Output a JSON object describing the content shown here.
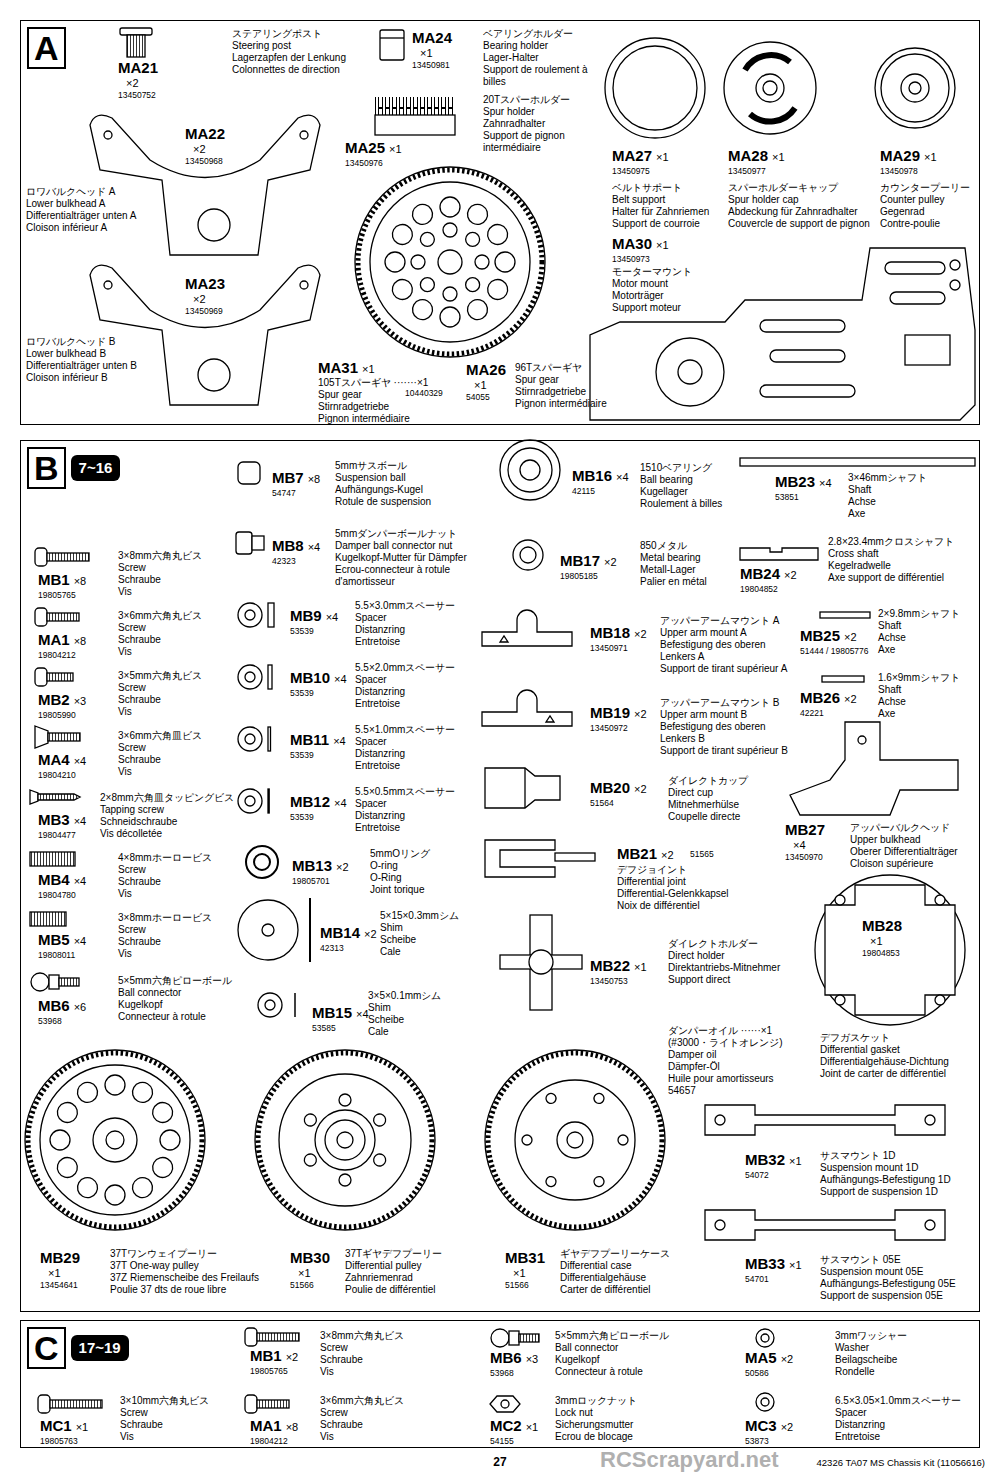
{
  "diagram": {
    "nodes": [
      {
        "text": [
          "A"
        ]
      },
      {
        "text": [
          "B",
          "7~16"
        ]
      },
      {
        "text": [
          "C",
          "17~19"
        ]
      }
    ],
    "labels": [
      "MA21",
      "×2",
      "13450752",
      "ステアリングポスト",
      "Steering post",
      "Lagerzapfen der Lenkung",
      "Colonnettes de direction",
      "MA22",
      "×2",
      "13450968",
      "ロワバルクヘッド A",
      "Lower bulkhead A",
      "Differentialträger unten A",
      "Cloison inférieur A",
      "MA23",
      "×2",
      "13450969",
      "ロワバルクヘッド B",
      "Lower bulkhead B",
      "Differentialträger unten B",
      "Cloison inférieur B",
      "MA24",
      "×1",
      "13450981",
      "ベアリングホルダー",
      "Bearing holder",
      "Lager-Halter",
      "Support de roulement à billes",
      "MA25",
      "×1",
      "13450976",
      "20Tスパーホルダー",
      "Spur holder",
      "Zahnradhalter",
      "Support de pignon intermédiaire",
      "MA27",
      "×1",
      "13450975",
      "ベルトサポート",
      "Belt support",
      "Halter für Zahnriemen",
      "Support de courroie",
      "MA28",
      "×1",
      "13450977",
      "スパーホルダーキャップ",
      "Spur holder cap",
      "Abdeckung für Zahnradhalter",
      "Couvercle de support de pignon",
      "MA29",
      "×1",
      "13450978",
      "カウンタープーリー",
      "Counter pulley",
      "Gegenrad",
      "Contre-poulie",
      "MA30",
      "×1",
      "13450973",
      "モーターマウント",
      "Motor mount",
      "Motorträger",
      "Support moteur",
      "MA31",
      "×1",
      "10440329",
      "105Tスパーギヤ ·······×1",
      "Spur gear",
      "Stirnradgetriebe",
      "Pignon intermédiaire",
      "MA26",
      "×1",
      "54055",
      "96Tスパーギヤ",
      "Spur gear",
      "Stirnradgetriebe",
      "Pignon intermédiaire",
      "MB1",
      "×8",
      "19805765",
      "3×8mm六角丸ビス",
      "Screw",
      "Schraube",
      "Vis",
      "MA1",
      "×8",
      "19804212",
      "3×6mm六角丸ビス",
      "Screw",
      "Schraube",
      "Vis",
      "MB2",
      "×3",
      "19805990",
      "3×5mm六角丸ビス",
      "Screw",
      "Schraube",
      "Vis",
      "MA4",
      "×4",
      "19804210",
      "3×6mm六角皿ビス",
      "Screw",
      "Schraube",
      "Vis",
      "MB3",
      "×4",
      "19804477",
      "2×8mm六角皿タッピングビス",
      "Tapping screw",
      "Schneidschraube",
      "Vis décolletée",
      "MB4",
      "×4",
      "19804780",
      "4×8mmホーロービス",
      "Screw",
      "Schraube",
      "Vis",
      "MB5",
      "×4",
      "19808011",
      "3×8mmホーロービス",
      "Screw",
      "Schraube",
      "Vis",
      "MB6",
      "×6",
      "53968",
      "5×5mm六角ピローボール",
      "Ball connector",
      "Kugelkopf",
      "Connecteur à rotule",
      "MB7",
      "×8",
      "54747",
      "5mmサスボール",
      "Suspension ball",
      "Aufhängungs-Kugel",
      "Rotule de suspension",
      "MB8",
      "×4",
      "42323",
      "5mmダンパーボールナット",
      "Damper ball connector nut",
      "Kugelkopf-Mutter für Dämpfer",
      "Ecrou-connecteur à rotule d'amortisseur",
      "MB9",
      "×4",
      "53539",
      "5.5×3.0mmスペーサー",
      "Spacer",
      "Distanzring",
      "Entretoise",
      "MB10",
      "×4",
      "53539",
      "5.5×2.0mmスペーサー",
      "Spacer",
      "Distanzring",
      "Entretoise",
      "MB11",
      "×4",
      "53539",
      "5.5×1.0mmスペーサー",
      "Spacer",
      "Distanzring",
      "Entretoise",
      "MB12",
      "×4",
      "53539",
      "5.5×0.5mmスペーサー",
      "Spacer",
      "Distanzring",
      "Entretoise",
      "MB13",
      "×2",
      "19805701",
      "5mmOリング",
      "O-ring",
      "O-Ring",
      "Joint torique",
      "MB14",
      "×2",
      "42313",
      "5×15×0.3mmシム",
      "Shim",
      "Scheibe",
      "Cale",
      "MB15",
      "×4",
      "53585",
      "3×5×0.1mmシム",
      "Shim",
      "Scheibe",
      "Cale",
      "MB16",
      "×4",
      "42115",
      "1510ベアリング",
      "Ball bearing",
      "Kugellager",
      "Roulement à billes",
      "MB17",
      "×2",
      "19805185",
      "850メタル",
      "Metal bearing",
      "Metall-Lager",
      "Palier en métal",
      "MB18",
      "×2",
      "13450971",
      "アッパーアームマウント A",
      "Upper arm mount A",
      "Befestigung des oberen Lenkers A",
      "Support de tirant supérieur A",
      "MB19",
      "×2",
      "13450972",
      "アッパーアームマウント B",
      "Upper arm mount B",
      "Befestigung des oberen Lenkers B",
      "Support de tirant supérieur B",
      "MB20",
      "×2",
      "51564",
      "ダイレクトカップ",
      "Direct cup",
      "Mitnehmerhülse",
      "Coupelle directe",
      "MB21",
      "×2",
      "51565",
      "デフジョイント",
      "Differential joint",
      "Differential-Gelenkkapsel",
      "Noix de différentiel",
      "MB22",
      "×1",
      "13450753",
      "ダイレクトホルダー",
      "Direct holder",
      "Direktantriebs-Mitnehmer",
      "Support direct",
      "ダンパーオイル ······×1",
      "(#3000・ライトオレンジ)",
      "Damper oil",
      "Dämpfer-Öl",
      "Huile pour amortisseurs",
      "54657",
      "MB23",
      "×4",
      "53851",
      "3×46mmシャフト",
      "Shaft",
      "Achse",
      "Axe",
      "MB24",
      "×2",
      "19804852",
      "2.8×23.4mmクロスシャフト",
      "Cross shaft",
      "Kegelradwelle",
      "Axe support de différentiel",
      "MB25",
      "×2",
      "51444 / 19805776",
      "2×9.8mmシャフト",
      "Shaft",
      "Achse",
      "Axe",
      "MB26",
      "×2",
      "42221",
      "1.6×9mmシャフト",
      "Shaft",
      "Achse",
      "Axe",
      "MB27",
      "×4",
      "13450970",
      "アッパーバルクヘッド",
      "Upper bulkhead",
      "Oberer Differentialträger",
      "Cloison supérieure",
      "MB28",
      "×1",
      "19804853",
      "デフガスケット",
      "Differential gasket",
      "Differentialgehäuse-Dichtung",
      "Joint de carter de différentiel",
      "MB29",
      "×1",
      "13454641",
      "37Tワンウェイプーリー",
      "37T One-way pulley",
      "37Z Riemenscheibe des Freilaufs",
      "Poulie 37 dts de roue libre",
      "MB30",
      "×1",
      "51566",
      "37Tギヤデフプーリー",
      "Differential pulley",
      "Zahnriemenrad",
      "Poulie de différentiel",
      "MB31",
      "×1",
      "51566",
      "ギヤデフプーリーケース",
      "Differential case",
      "Differentialgehäuse",
      "Carter de différentiel",
      "MB32",
      "×1",
      "54072",
      "サスマウント 1D",
      "Suspension mount 1D",
      "Aufhängungs-Befestigung 1D",
      "Support de suspension 1D",
      "MB33",
      "×1",
      "54701",
      "サスマウント 05E",
      "Suspension mount 05E",
      "Aufhängungs-Befestigung 05E",
      "Support de suspension 05E",
      "MB1",
      "×2",
      "19805765",
      "3×8mm六角丸ビス",
      "Screw",
      "Schraube",
      "Vis",
      "MB6",
      "×3",
      "53968",
      "5×5mm六角ピローボール",
      "Ball connector",
      "Kugelkopf",
      "Connecteur à rotule",
      "MA5",
      "×2",
      "50586",
      "3mmワッシャー",
      "Washer",
      "Beilagscheibe",
      "Rondelle",
      "MC1",
      "×1",
      "19805763",
      "3×10mm六角丸ビス",
      "Screw",
      "Schraube",
      "Vis",
      "MA1",
      "×8",
      "19804212",
      "3×6mm六角丸ビス",
      "Screw",
      "Schraube",
      "Vis",
      "MC2",
      "×1",
      "54155",
      "3mmロックナット",
      "Lock nut",
      "Sicherungsmutter",
      "Ecrou de blocage",
      "MC3",
      "×2",
      "53873",
      "6.5×3.05×1.0mmスペーサー",
      "Spacer",
      "Distanzring",
      "Entretoise",
      "27",
      "42326 TA07 MS Chassis Kit (11056616)",
      "RCScrapyard.net"
    ]
  }
}
